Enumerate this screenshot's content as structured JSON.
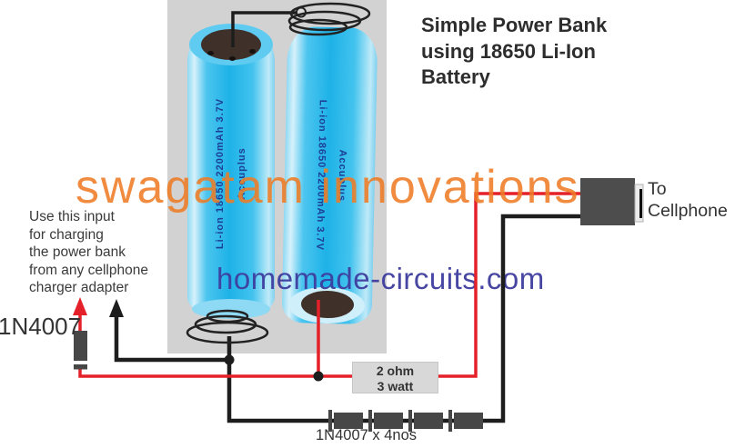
{
  "header": {
    "title": "Simple Power Bank\nusing 18650 Li-Ion\nBattery"
  },
  "watermark": {
    "text": "swagatam innovations",
    "color": "#ee7c25"
  },
  "site": {
    "url": "homemade-circuits.com",
    "color": "#3e3e9f"
  },
  "charging_note": {
    "text": "Use this input\nfor charging\nthe power bank\nfrom any cellphone\ncharger adapter"
  },
  "components": {
    "input_diode_label": "1N4007",
    "series_diode_label": "1N4007 x 4nos",
    "resistor_label": "2 ohm\n3 watt",
    "output_label": "To\nCellphone"
  },
  "battery": {
    "brand": "Accuplus",
    "spec": "Li-ion 18650 2200mAh 3.7V"
  },
  "colors": {
    "positive_wire": "#e42028",
    "negative_wire": "#1d1d1d",
    "battery_blue": "#1eb2e7",
    "panel_gray": "#d2d2d2",
    "component_gray": "#4d4d4d",
    "terminal_brown": "#40302a"
  }
}
